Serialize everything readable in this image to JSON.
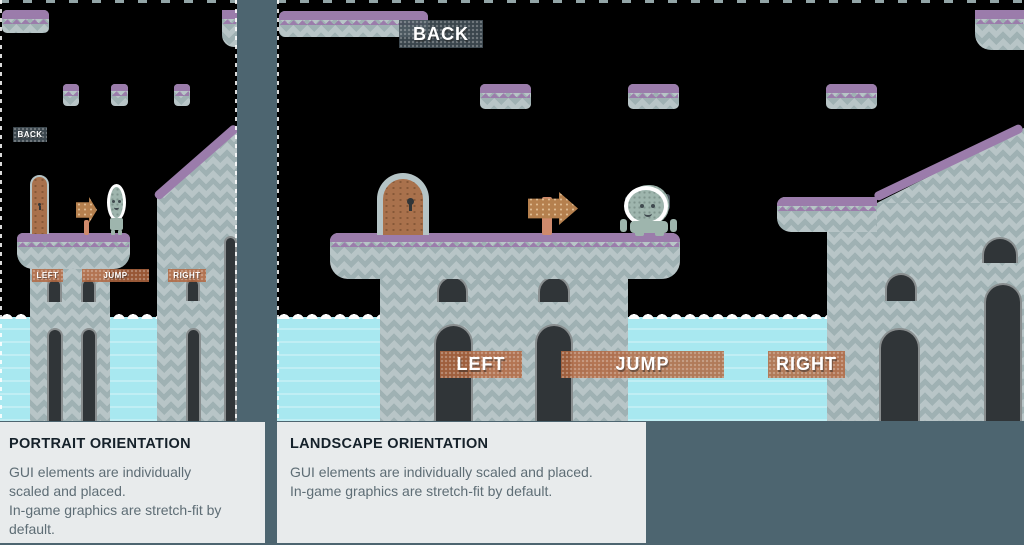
{
  "colors": {
    "page_bg": "#4d6570",
    "scene_bg": "#000000",
    "plat_purple": "#9b7cab",
    "plat_gray": "#b8c5c7",
    "plat_chevron": "#9fb1b3",
    "water_fill": "#a8e8f0",
    "window_dark": "#303538",
    "door_brown": "#a9714c",
    "door_frame": "#b5c4c6",
    "sign_brown": "#b5804e",
    "post_salmon": "#cf8a6c",
    "character_gray": "#9eb5ad",
    "btn_orange": "#b2663e",
    "btn_back": "#47525a",
    "caption_bg": "#e8ebec",
    "caption_title": "#15212a",
    "caption_body": "#5e6d75"
  },
  "portrait_game": {
    "back_button": "BACK",
    "left_button": "LEFT",
    "jump_button": "JUMP",
    "right_button": "RIGHT"
  },
  "landscape_game": {
    "back_button": "BACK",
    "left_button": "LEFT",
    "jump_button": "JUMP",
    "right_button": "RIGHT"
  },
  "captions": {
    "portrait": {
      "title": "PORTRAIT ORIENTATION",
      "body": "GUI elements are individually\nscaled and placed.\nIn-game graphics are stretch-fit by\ndefault."
    },
    "landscape": {
      "title": "LANDSCAPE ORIENTATION",
      "body": "GUI elements are individually scaled and placed.\nIn-game graphics are stretch-fit by default."
    }
  }
}
